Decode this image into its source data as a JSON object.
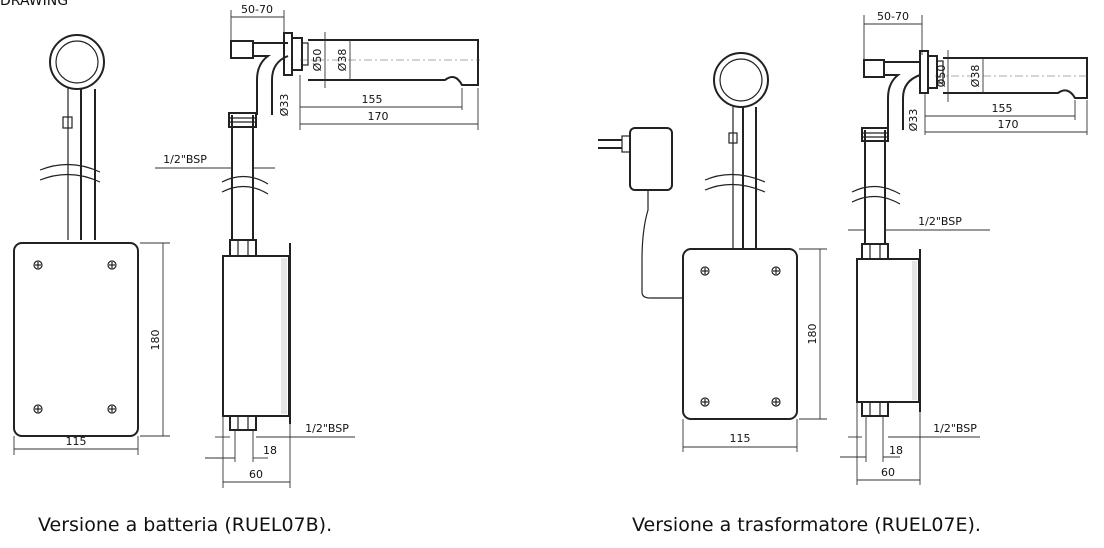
{
  "header": {
    "text": "DRAWING"
  },
  "captions": {
    "left": "Versione a batteria (RUEL07B).",
    "right": "Versione a trasformatore (RUEL07E)."
  },
  "dims": {
    "d_50_70": "50-70",
    "d_o50": "Ø50",
    "d_o38": "Ø38",
    "d_o33": "Ø33",
    "d_155": "155",
    "d_170": "170",
    "d_bsp": "1/2\"BSP",
    "d_180": "180",
    "d_115": "115",
    "d_18": "18",
    "d_60": "60"
  }
}
